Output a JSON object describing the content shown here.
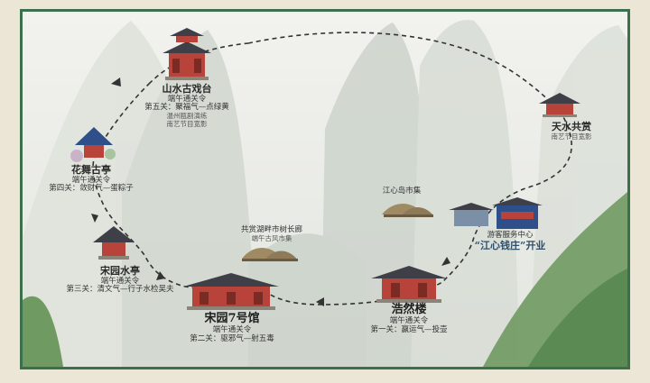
{
  "colors": {
    "frame": "#3c6f4c",
    "route": "#333333",
    "roof": "#3f3f48",
    "wall": "#b8433a",
    "mountain": "#c7cec6",
    "hill_green": "#6f9a62",
    "sign_blue": "#2f4f8a"
  },
  "stops": {
    "opera_stage": {
      "name": "山水古戏台",
      "line1": "端午通关令",
      "line2": "第五关：聚福气—点绿黄",
      "line3": "温州瓯剧演练",
      "line4": "南艺节目宽影"
    },
    "tianshui": {
      "name": "天水共赏",
      "line1": "南艺节目宽影"
    },
    "huawu": {
      "name": "花舞古亭",
      "line1": "端午通关令",
      "line2": "第四关：敛财气—蛋粽子"
    },
    "jiangxin_market": {
      "name": "江心岛市集"
    },
    "visitor_center": {
      "name": "游客服务中心",
      "brand": "“江心钱庄”开业"
    },
    "songyuan_shuiting": {
      "name": "宋园水亭",
      "line1": "端午通关令",
      "line2": "第三关：清文气—行子水检吴夫"
    },
    "lakeside_market": {
      "name": "共赏湖畔市树长廊",
      "line1": "端午古风市集"
    },
    "haoran": {
      "name": "浩然楼",
      "line1": "端午通关令",
      "line2": "第一关：赢运气—投壶"
    },
    "songyuan7": {
      "name": "宋园7号馆",
      "line1": "端午通关令",
      "line2": "第二关：驱邪气—射五毒"
    }
  }
}
